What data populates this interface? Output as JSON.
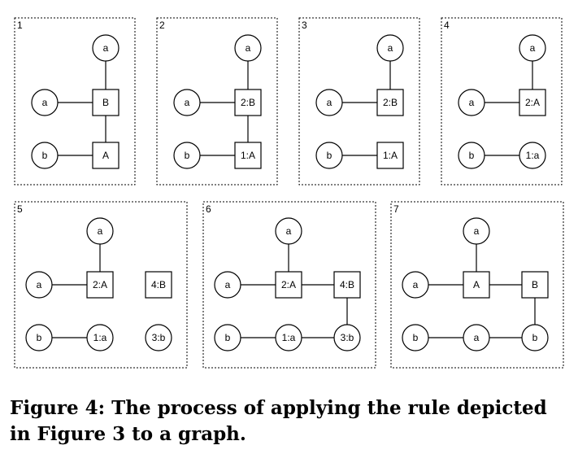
{
  "figure": {
    "caption": "Figure 4: The process of applying the rule depicted in Figure 3 to a graph."
  },
  "panels": [
    {
      "number": "1",
      "nodes": [
        {
          "id": "top",
          "shape": "circle",
          "label": "a"
        },
        {
          "id": "left",
          "shape": "circle",
          "label": "a"
        },
        {
          "id": "mid",
          "shape": "square",
          "label": "B"
        },
        {
          "id": "botleft",
          "shape": "circle",
          "label": "b"
        },
        {
          "id": "botmid",
          "shape": "square",
          "label": "A"
        }
      ],
      "edges": [
        [
          "top",
          "mid"
        ],
        [
          "left",
          "mid"
        ],
        [
          "mid",
          "botmid"
        ],
        [
          "botleft",
          "botmid"
        ]
      ]
    },
    {
      "number": "2",
      "nodes": [
        {
          "id": "top",
          "shape": "circle",
          "label": "a"
        },
        {
          "id": "left",
          "shape": "circle",
          "label": "a"
        },
        {
          "id": "mid",
          "shape": "square",
          "label": "2:B"
        },
        {
          "id": "botleft",
          "shape": "circle",
          "label": "b"
        },
        {
          "id": "botmid",
          "shape": "square",
          "label": "1:A"
        }
      ],
      "edges": [
        [
          "top",
          "mid"
        ],
        [
          "left",
          "mid"
        ],
        [
          "mid",
          "botmid"
        ],
        [
          "botleft",
          "botmid"
        ]
      ]
    },
    {
      "number": "3",
      "nodes": [
        {
          "id": "top",
          "shape": "circle",
          "label": "a"
        },
        {
          "id": "left",
          "shape": "circle",
          "label": "a"
        },
        {
          "id": "mid",
          "shape": "square",
          "label": "2:B"
        },
        {
          "id": "botleft",
          "shape": "circle",
          "label": "b"
        },
        {
          "id": "botmid",
          "shape": "square",
          "label": "1:A"
        }
      ],
      "edges": [
        [
          "top",
          "mid"
        ],
        [
          "left",
          "mid"
        ],
        [
          "botleft",
          "botmid"
        ]
      ]
    },
    {
      "number": "4",
      "nodes": [
        {
          "id": "top",
          "shape": "circle",
          "label": "a"
        },
        {
          "id": "left",
          "shape": "circle",
          "label": "a"
        },
        {
          "id": "mid",
          "shape": "square",
          "label": "2:A"
        },
        {
          "id": "botleft",
          "shape": "circle",
          "label": "b"
        },
        {
          "id": "botmid",
          "shape": "circle",
          "label": "1:a"
        }
      ],
      "edges": [
        [
          "top",
          "mid"
        ],
        [
          "left",
          "mid"
        ],
        [
          "botleft",
          "botmid"
        ]
      ]
    },
    {
      "number": "5",
      "nodes": [
        {
          "id": "top",
          "shape": "circle",
          "label": "a"
        },
        {
          "id": "left",
          "shape": "circle",
          "label": "a"
        },
        {
          "id": "mid",
          "shape": "square",
          "label": "2:A"
        },
        {
          "id": "right",
          "shape": "square",
          "label": "4:B"
        },
        {
          "id": "botleft",
          "shape": "circle",
          "label": "b"
        },
        {
          "id": "botmid",
          "shape": "circle",
          "label": "1:a"
        },
        {
          "id": "botright",
          "shape": "circle",
          "label": "3:b"
        }
      ],
      "edges": [
        [
          "top",
          "mid"
        ],
        [
          "left",
          "mid"
        ],
        [
          "botleft",
          "botmid"
        ]
      ]
    },
    {
      "number": "6",
      "nodes": [
        {
          "id": "top",
          "shape": "circle",
          "label": "a"
        },
        {
          "id": "left",
          "shape": "circle",
          "label": "a"
        },
        {
          "id": "mid",
          "shape": "square",
          "label": "2:A"
        },
        {
          "id": "right",
          "shape": "square",
          "label": "4:B"
        },
        {
          "id": "botleft",
          "shape": "circle",
          "label": "b"
        },
        {
          "id": "botmid",
          "shape": "circle",
          "label": "1:a"
        },
        {
          "id": "botright",
          "shape": "circle",
          "label": "3:b"
        }
      ],
      "edges": [
        [
          "top",
          "mid"
        ],
        [
          "left",
          "mid"
        ],
        [
          "mid",
          "right"
        ],
        [
          "right",
          "botright"
        ],
        [
          "botleft",
          "botmid"
        ],
        [
          "botmid",
          "botright"
        ]
      ]
    },
    {
      "number": "7",
      "nodes": [
        {
          "id": "top",
          "shape": "circle",
          "label": "a"
        },
        {
          "id": "left",
          "shape": "circle",
          "label": "a"
        },
        {
          "id": "mid",
          "shape": "square",
          "label": "A"
        },
        {
          "id": "right",
          "shape": "square",
          "label": "B"
        },
        {
          "id": "botleft",
          "shape": "circle",
          "label": "b"
        },
        {
          "id": "botmid",
          "shape": "circle",
          "label": "a"
        },
        {
          "id": "botright",
          "shape": "circle",
          "label": "b"
        }
      ],
      "edges": [
        [
          "top",
          "mid"
        ],
        [
          "left",
          "mid"
        ],
        [
          "mid",
          "right"
        ],
        [
          "right",
          "botright"
        ],
        [
          "botleft",
          "botmid"
        ],
        [
          "botmid",
          "botright"
        ]
      ]
    }
  ]
}
